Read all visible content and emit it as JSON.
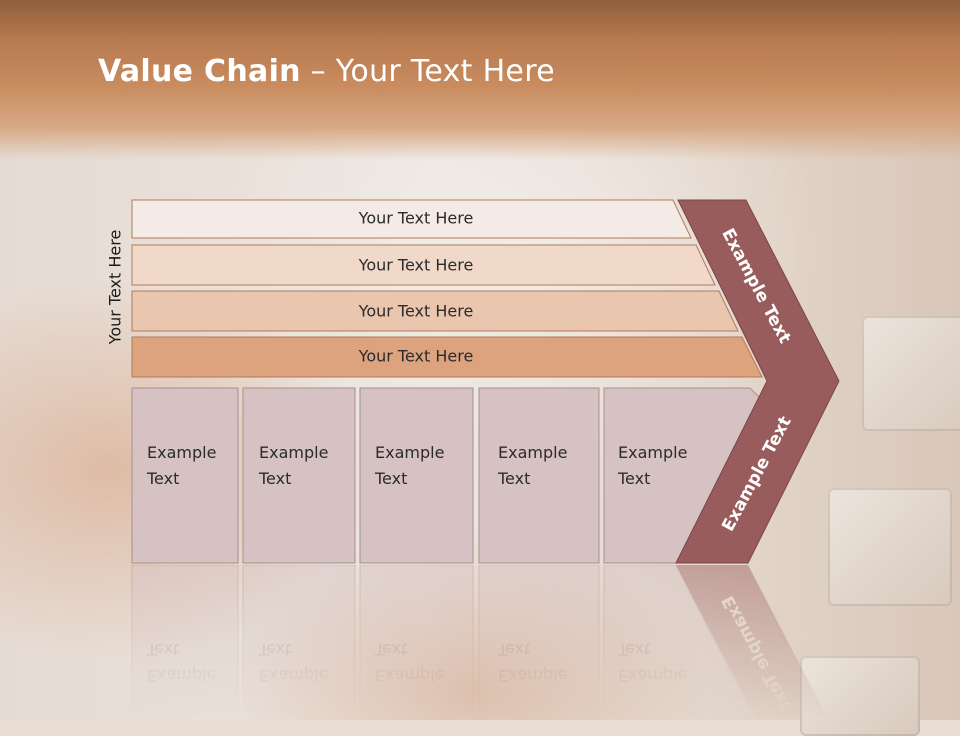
{
  "slide": {
    "title_bold": "Value Chain",
    "title_rest": " – Your Text Here",
    "side_label": "Your Text Here"
  },
  "bands": [
    {
      "text": "Your Text Here",
      "fill": "#f5ebe6"
    },
    {
      "text": "Your Text Here",
      "fill": "#f0d9c9"
    },
    {
      "text": "Your Text Here",
      "fill": "#e9c6ad"
    },
    {
      "text": "Your Text Here",
      "fill": "#dca37e"
    }
  ],
  "columns": [
    {
      "line1": "Example",
      "line2": "Text"
    },
    {
      "line1": "Example",
      "line2": "Text"
    },
    {
      "line1": "Example",
      "line2": "Text"
    },
    {
      "line1": "Example",
      "line2": "Text"
    },
    {
      "line1": "Example",
      "line2": "Text"
    }
  ],
  "chevron": {
    "top_text": "Example Text",
    "bottom_text": "Example Text",
    "fill": "#995c5c"
  },
  "colors": {
    "column_fill": "#d6c2c2",
    "band_stroke": "#b07a5a",
    "header": "#c4875a"
  }
}
